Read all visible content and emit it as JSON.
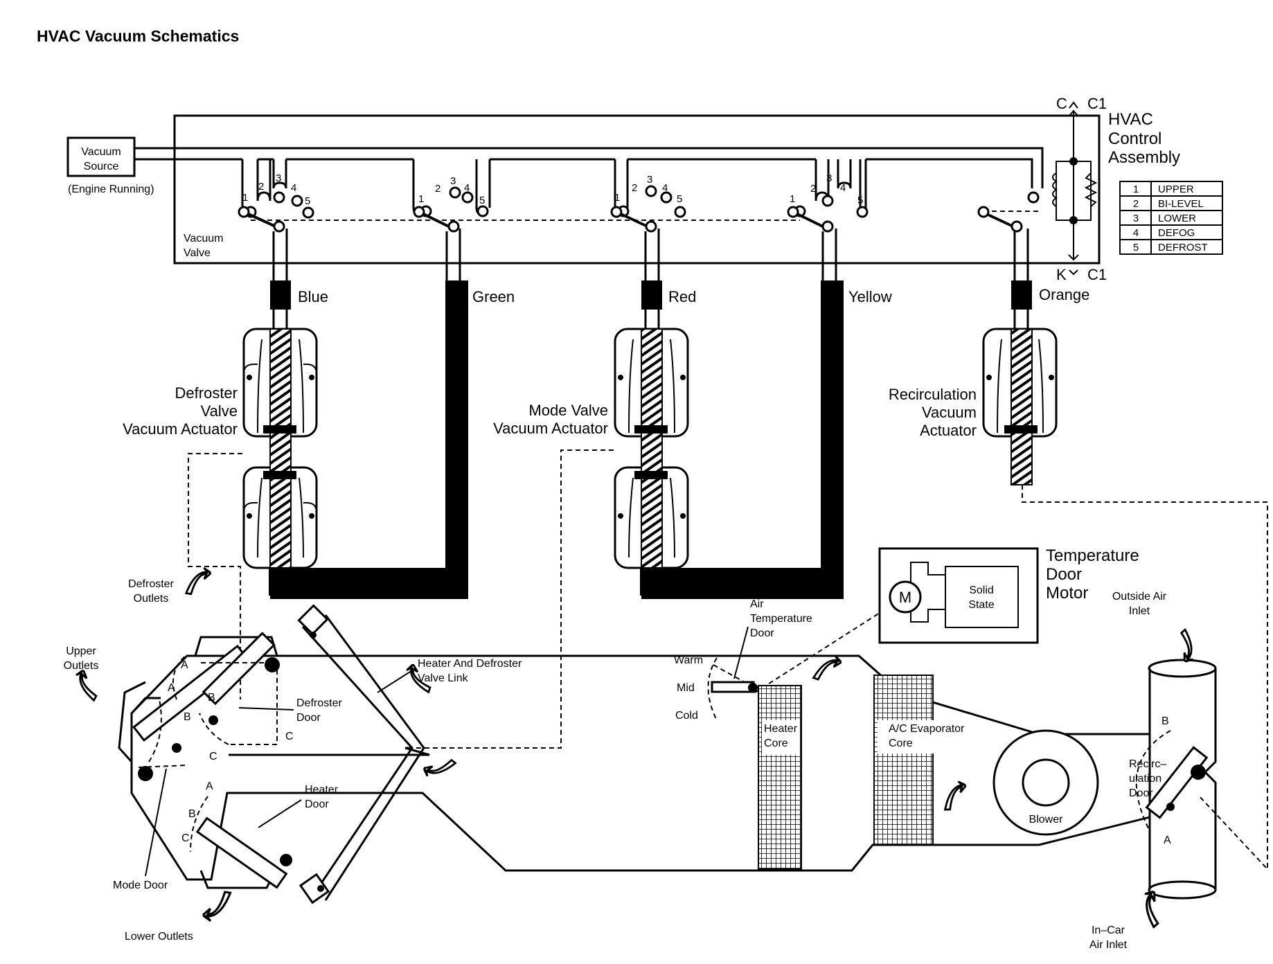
{
  "title": "HVAC Vacuum Schematics",
  "vacuum_source": {
    "line1": "Vacuum",
    "line2": "Source",
    "note": "(Engine Running)"
  },
  "vacuum_valve": {
    "line1": "Vacuum",
    "line2": "Valve"
  },
  "control_assembly": {
    "label1": "HVAC",
    "label2": "Control",
    "label3": "Assembly",
    "top_connector_left": "C",
    "top_connector_right": "C1",
    "bottom_connector_left": "K",
    "bottom_connector_right": "C1"
  },
  "mode_table": [
    {
      "num": "1",
      "mode": "UPPER"
    },
    {
      "num": "2",
      "mode": "BI-LEVEL"
    },
    {
      "num": "3",
      "mode": "LOWER"
    },
    {
      "num": "4",
      "mode": "DEFOG"
    },
    {
      "num": "5",
      "mode": "DEFROST"
    }
  ],
  "port_numbers": [
    "1",
    "2",
    "3",
    "4",
    "5"
  ],
  "hoses": {
    "blue": "Blue",
    "green": "Green",
    "red": "Red",
    "yellow": "Yellow",
    "orange": "Orange"
  },
  "actuators": {
    "defroster": [
      "Defroster",
      "Valve",
      "Vacuum Actuator"
    ],
    "mode": [
      "Mode Valve",
      "Vacuum Actuator"
    ],
    "recirculation": [
      "Recirculation",
      "Vacuum",
      "Actuator"
    ]
  },
  "temperature_door_motor": {
    "label1": "Temperature",
    "label2": "Door",
    "label3": "Motor",
    "motor": "M",
    "solid_state1": "Solid",
    "solid_state2": "State"
  },
  "air_temperature_door": {
    "line1": "Air",
    "line2": "Temperature",
    "line3": "Door",
    "warm": "Warm",
    "mid": "Mid",
    "cold": "Cold"
  },
  "ducts": {
    "defroster_outlets": [
      "Defroster",
      "Outlets"
    ],
    "upper_outlets": [
      "Upper",
      "Outlets"
    ],
    "lower_outlets": "Lower Outlets",
    "outside_air_inlet": [
      "Outside Air",
      "Inlet"
    ],
    "in_car_air_inlet": [
      "In–Car",
      "Air Inlet"
    ],
    "heater_defroster_valve_link": [
      "Heater And Defroster",
      "Valve Link"
    ],
    "defroster_door": [
      "Defroster",
      "Door"
    ],
    "heater_door": [
      "Heater",
      "Door"
    ],
    "mode_door": "Mode Door",
    "heater_core": [
      "Heater",
      "Core"
    ],
    "evaporator_core": [
      "A/C Evaporator",
      "Core"
    ],
    "blower": "Blower",
    "recirculation_door": [
      "Recirc–",
      "ulation",
      "Door"
    ]
  },
  "door_positions": {
    "a": "A",
    "b": "B",
    "c": "C"
  }
}
